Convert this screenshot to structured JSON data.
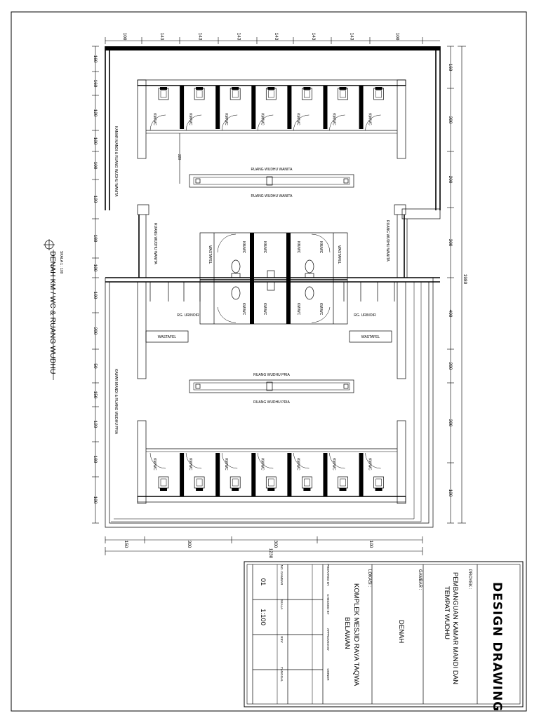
{
  "sheet_title": {
    "main": "DENAH KM / WC & RUANG WUDHU",
    "scale": "SKALA 1 : 100"
  },
  "room_labels": {
    "wudhu_wanita": "RUANG WUDHU WANITA",
    "wudhu_pria": "RUANG WUDHU PRIA",
    "km_wc": "KM/WC",
    "wastafel": "WASTAFEL",
    "urinoir": "RG. URINOIR",
    "side_wanita": "KAMAR MANDI & RUANG WUDHU WANITA",
    "side_pria": "KAMAR MANDI & RUANG WUDHU PRIA",
    "inner_wanita": "RUANG WUDHU WANITA",
    "small_dim": "220"
  },
  "dimensions": {
    "top": [
      "100",
      "143",
      "143",
      "143",
      "143",
      "143",
      "143",
      "100"
    ],
    "left": [
      "160",
      "160",
      "120",
      "100",
      "100",
      "120",
      "180",
      "100",
      "100",
      "200",
      "50",
      "150",
      "120",
      "180",
      "100"
    ],
    "right": [
      "160",
      "300",
      "200",
      "300",
      "400",
      "200",
      "300",
      "100"
    ],
    "right_total": "1980",
    "bottom": [
      "150",
      "300",
      "300",
      "100"
    ],
    "bottom_total": "1230"
  },
  "title_block": {
    "brand": "DESIGN DRAWING",
    "project_label": "PROYEK :",
    "project_line1": "PEMBANGUAN KAMAR MANDI DAN",
    "project_line2": "TEMPAT WUDHU",
    "drawing_label": "GAMBAR :",
    "drawing_value": "DENAH",
    "location_label": "LOKASI :",
    "location_line1": "KOMPLEK MESJID RAYA TAQWA",
    "location_line2": "BELAWAN",
    "sign_headers": [
      "PREPARED BY",
      "CHECKED BY",
      "APPROVED BY",
      "OWNER"
    ],
    "info_headers": [
      "NO. GAMBAR",
      "SKALA",
      "REV",
      "TANGGAL"
    ],
    "info_values": [
      "01",
      "1:100",
      "",
      ""
    ]
  }
}
